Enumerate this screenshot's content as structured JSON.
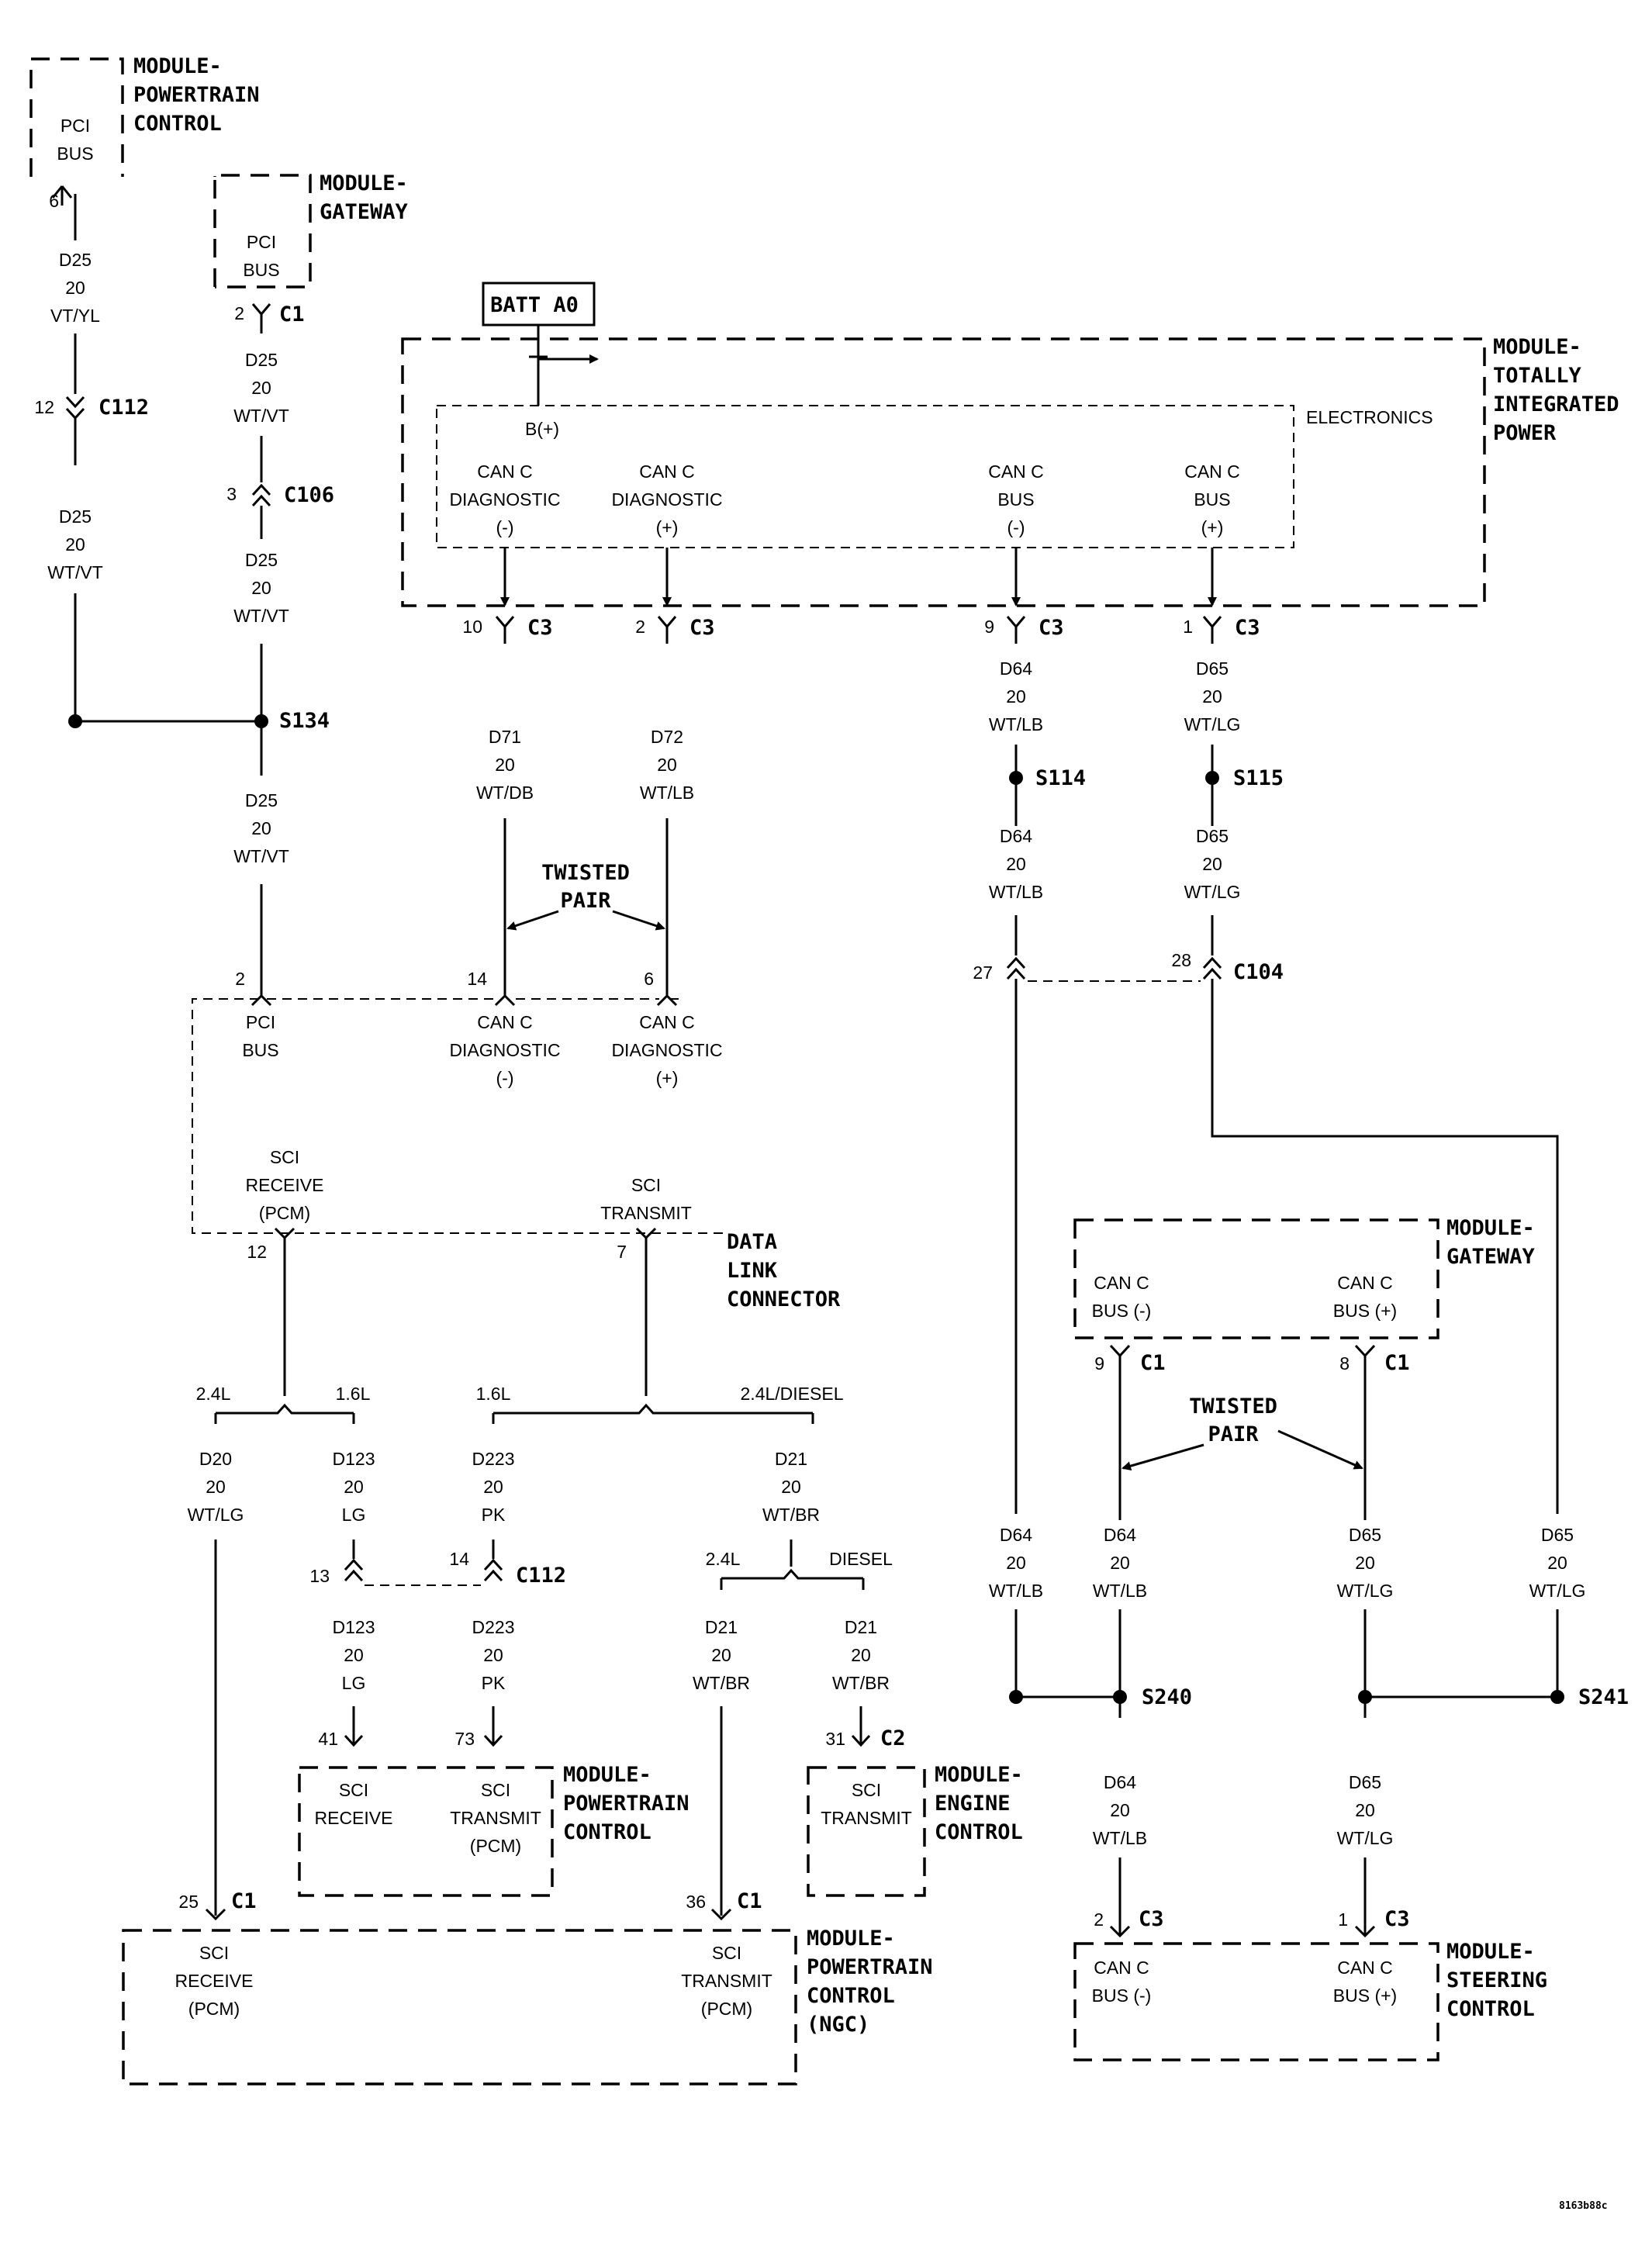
{
  "modules": {
    "pcm_top": {
      "title": [
        "MODULE-",
        "POWERTRAIN",
        "CONTROL"
      ],
      "pins": [
        "PCI",
        "BUS"
      ]
    },
    "gateway_top": {
      "title": [
        "MODULE-",
        "GATEWAY"
      ],
      "pins": [
        "PCI",
        "BUS"
      ]
    },
    "tipm": {
      "title": [
        "MODULE-",
        "TOTALLY",
        "INTEGRATED",
        "POWER"
      ],
      "inner": "ELECTRONICS",
      "batt": "BATT A0",
      "bplus": "B(+)",
      "pins": [
        [
          "CAN C",
          "DIAGNOSTIC",
          "(-)"
        ],
        [
          "CAN C",
          "DIAGNOSTIC",
          "(+)"
        ],
        [
          "CAN C",
          "BUS",
          "(-)"
        ],
        [
          "CAN C",
          "BUS",
          "(+)"
        ]
      ]
    },
    "dlc": {
      "title": [
        "DATA",
        "LINK",
        "CONNECTOR"
      ],
      "pins_top": [
        [
          "PCI",
          "BUS"
        ],
        [
          "CAN C",
          "DIAGNOSTIC",
          "(-)"
        ],
        [
          "CAN C",
          "DIAGNOSTIC",
          "(+)"
        ]
      ],
      "pins_bottom": [
        [
          "SCI",
          "RECEIVE",
          "(PCM)"
        ],
        [
          "SCI",
          "TRANSMIT"
        ]
      ]
    },
    "gateway_right": {
      "title": [
        "MODULE-",
        "GATEWAY"
      ],
      "pins": [
        [
          "CAN C",
          "BUS (-)"
        ],
        [
          "CAN C",
          "BUS (+)"
        ]
      ]
    },
    "pcm_mid": {
      "title": [
        "MODULE-",
        "POWERTRAIN",
        "CONTROL"
      ],
      "pins": [
        [
          "SCI",
          "RECEIVE"
        ],
        [
          "SCI",
          "TRANSMIT",
          "(PCM)"
        ]
      ]
    },
    "ecm": {
      "title": [
        "MODULE-",
        "ENGINE",
        "CONTROL"
      ],
      "pins": [
        [
          "SCI",
          "TRANSMIT"
        ]
      ]
    },
    "pcm_ngc": {
      "title": [
        "MODULE-",
        "POWERTRAIN",
        "CONTROL",
        "(NGC)"
      ],
      "pins": [
        [
          "SCI",
          "RECEIVE",
          "(PCM)"
        ],
        [
          "SCI",
          "TRANSMIT",
          "(PCM)"
        ]
      ]
    },
    "steering": {
      "title": [
        "MODULE-",
        "STEERING",
        "CONTROL"
      ],
      "pins": [
        [
          "CAN C",
          "BUS (-)"
        ],
        [
          "CAN C",
          "BUS (+)"
        ]
      ]
    }
  },
  "connectors": {
    "c1": "C1",
    "c2": "C2",
    "c3": "C3",
    "c112": "C112",
    "c106": "C106",
    "c104": "C104"
  },
  "splices": {
    "s134": "S134",
    "s114": "S114",
    "s115": "S115",
    "s240": "S240",
    "s241": "S241"
  },
  "pins": {
    "p6": "6",
    "p2": "2",
    "p12": "12",
    "p3": "3",
    "p10": "10",
    "p9": "9",
    "p1": "1",
    "p14": "14",
    "p27": "27",
    "p28": "28",
    "p7": "7",
    "p8": "8",
    "p13": "13",
    "p41": "41",
    "p73": "73",
    "p31": "31",
    "p25": "25",
    "p36": "36"
  },
  "wires": {
    "d25_vtyl": [
      "D25",
      "20",
      "VT/YL"
    ],
    "d25_wtvt": [
      "D25",
      "20",
      "WT/VT"
    ],
    "d71": [
      "D71",
      "20",
      "WT/DB"
    ],
    "d72": [
      "D72",
      "20",
      "WT/LB"
    ],
    "d64": [
      "D64",
      "20",
      "WT/LB"
    ],
    "d65": [
      "D65",
      "20",
      "WT/LG"
    ],
    "d20": [
      "D20",
      "20",
      "WT/LG"
    ],
    "d123": [
      "D123",
      "20",
      "LG"
    ],
    "d223": [
      "D223",
      "20",
      "PK"
    ],
    "d21": [
      "D21",
      "20",
      "WT/BR"
    ]
  },
  "options": {
    "l24": "2.4L",
    "l16": "1.6L",
    "l24diesel": "2.4L/DIESEL",
    "diesel": "DIESEL"
  },
  "twisted_pair": [
    "TWISTED",
    "PAIR"
  ],
  "figure_code": "8163b88c"
}
